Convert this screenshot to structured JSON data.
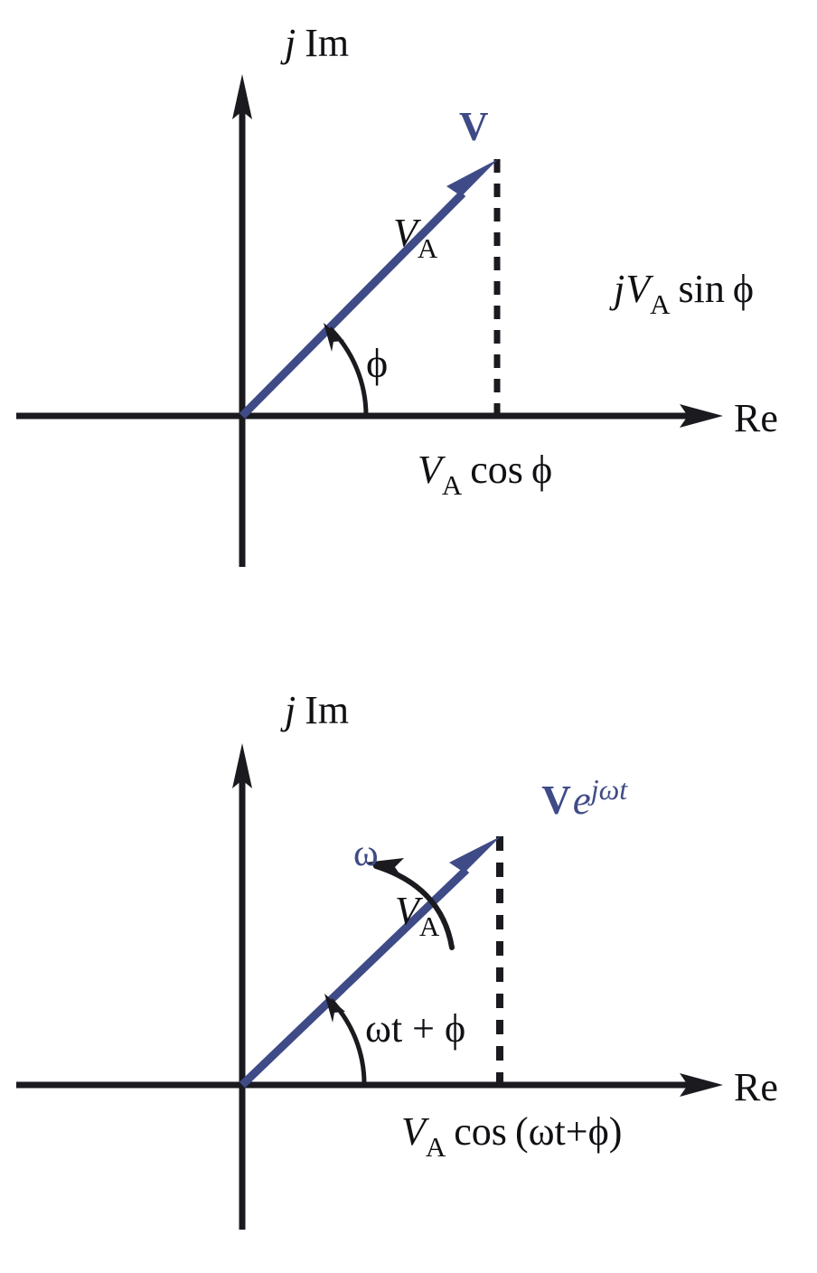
{
  "figure": {
    "type": "phasor-diagram",
    "description": "Two complex-plane phasor diagrams: a static phasor V and the same phasor rotating as V e^{j omega t}",
    "accent_color": "#3f4b87",
    "line_color": "#111014",
    "background_color": "#ffffff"
  },
  "panels": [
    {
      "id": "static-phasor",
      "axes": {
        "imaginary_label": "j Im",
        "imaginary_label_italic_part": "j",
        "imaginary_label_roman_part": "Im",
        "real_label": "Re"
      },
      "phasor": {
        "tip_label": "V",
        "tip_label_style": "bold-blue",
        "magnitude_label": "V",
        "magnitude_subscript": "A",
        "angle_label": "ϕ"
      },
      "projections": {
        "imaginary": {
          "prefix": "j",
          "base": "V",
          "subscript": "A",
          "function": "sin",
          "argument": "ϕ",
          "full": "jV_A sin ϕ"
        },
        "real": {
          "base": "V",
          "subscript": "A",
          "function": "cos",
          "argument": "ϕ",
          "full": "V_A cos ϕ"
        }
      }
    },
    {
      "id": "rotating-phasor",
      "axes": {
        "imaginary_label": "j Im",
        "imaginary_label_italic_part": "j",
        "imaginary_label_roman_part": "Im",
        "real_label": "Re"
      },
      "phasor": {
        "tip_label_bold": "V",
        "tip_label_exponent_base": "e",
        "tip_label_exponent": "jωt",
        "tip_label_full": "Ve^{jωt}",
        "magnitude_label": "V",
        "magnitude_subscript": "A",
        "angle_label": "ωt + ϕ",
        "rotation_label": "ω",
        "rotation_direction": "counterclockwise"
      },
      "projections": {
        "real": {
          "base": "V",
          "subscript": "A",
          "function": "cos",
          "argument": "(ωt+ϕ)",
          "full": "V_A cos (ωt+ϕ)"
        }
      }
    }
  ],
  "chart_data": {
    "type": "scatter",
    "title": "",
    "xlabel": "Re",
    "ylabel": "j Im",
    "grid": false,
    "series": [
      {
        "name": "V",
        "panel": "static-phasor",
        "origin": [
          0,
          0
        ],
        "tip": [
          1.0,
          1.0
        ],
        "angle_symbol": "ϕ",
        "real_component": "V_A cos ϕ",
        "imag_component": "jV_A sin ϕ",
        "magnitude": "V_A"
      },
      {
        "name": "Ve^{jωt}",
        "panel": "rotating-phasor",
        "origin": [
          0,
          0
        ],
        "tip": [
          1.0,
          0.97
        ],
        "angle_symbol": "ωt + ϕ",
        "real_component": "V_A cos (ωt+ϕ)",
        "magnitude": "V_A",
        "angular_velocity": "ω"
      }
    ]
  }
}
